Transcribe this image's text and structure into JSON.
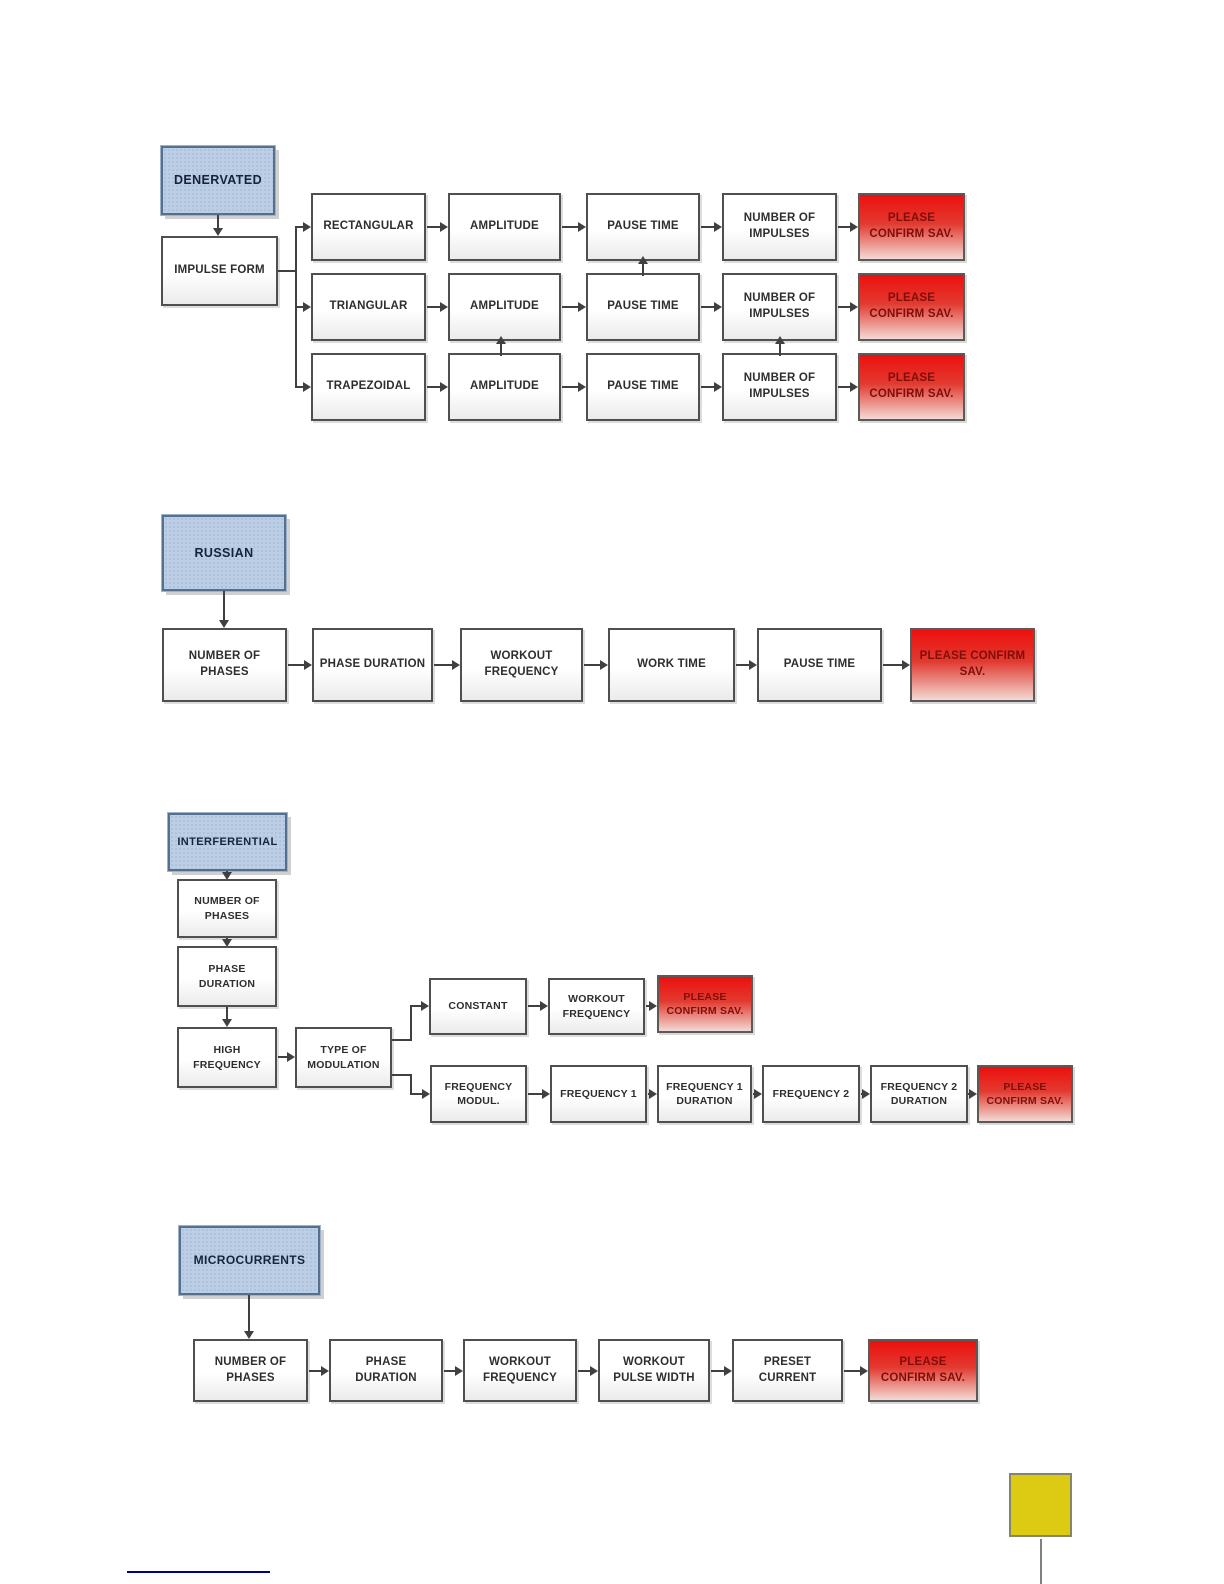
{
  "colors": {
    "category_fill": "#bccee5",
    "category_border": "#55708e",
    "step_border": "#4f4f4f",
    "confirm_red_top": "#ec100e",
    "confirm_red_bottom": "#f3d9d4",
    "confirm_text": "#7e0e0a",
    "arrow": "#404040",
    "yellow_marker": "#ddca12",
    "footer_line_navy": "#00008c"
  },
  "sections": {
    "denervated": {
      "title": "DENERVATED",
      "root": "IMPULSE FORM",
      "branches": [
        {
          "form": "RECTANGULAR",
          "steps": [
            "AMPLITUDE",
            "PAUSE TIME",
            "NUMBER OF IMPULSES"
          ],
          "confirm": "PLEASE CONFIRM SAV."
        },
        {
          "form": "TRIANGULAR",
          "steps": [
            "AMPLITUDE",
            "PAUSE TIME",
            "NUMBER OF IMPULSES"
          ],
          "confirm": "PLEASE CONFIRM SAV."
        },
        {
          "form": "TRAPEZOIDAL",
          "steps": [
            "AMPLITUDE",
            "PAUSE TIME",
            "NUMBER OF IMPULSES"
          ],
          "confirm": "PLEASE CONFIRM SAV."
        }
      ]
    },
    "russian": {
      "title": "RUSSIAN",
      "steps": [
        "NUMBER OF PHASES",
        "PHASE DURATION",
        "WORKOUT FREQUENCY",
        "WORK TIME",
        "PAUSE TIME"
      ],
      "confirm": "PLEASE CONFIRM SAV."
    },
    "interferential": {
      "title": "INTERFERENTIAL",
      "chain": [
        "NUMBER OF PHASES",
        "PHASE DURATION",
        "HIGH FREQUENCY"
      ],
      "modulation": "TYPE OF MODULATION",
      "constant_branch": {
        "steps": [
          "CONSTANT",
          "WORKOUT FREQUENCY"
        ],
        "confirm": "PLEASE CONFIRM SAV."
      },
      "modulated_branch": {
        "steps": [
          "FREQUENCY MODUL.",
          "FREQUENCY 1",
          "FREQUENCY 1 DURATION",
          "FREQUENCY 2",
          "FREQUENCY 2 DURATION"
        ],
        "confirm": "PLEASE CONFIRM SAV."
      }
    },
    "microcurrents": {
      "title": "MICROCURRENTS",
      "steps": [
        "NUMBER OF PHASES",
        "PHASE DURATION",
        "WORKOUT FREQUENCY",
        "WORKOUT PULSE WIDTH",
        "PRESET CURRENT"
      ],
      "confirm": "PLEASE CONFIRM SAV."
    }
  }
}
